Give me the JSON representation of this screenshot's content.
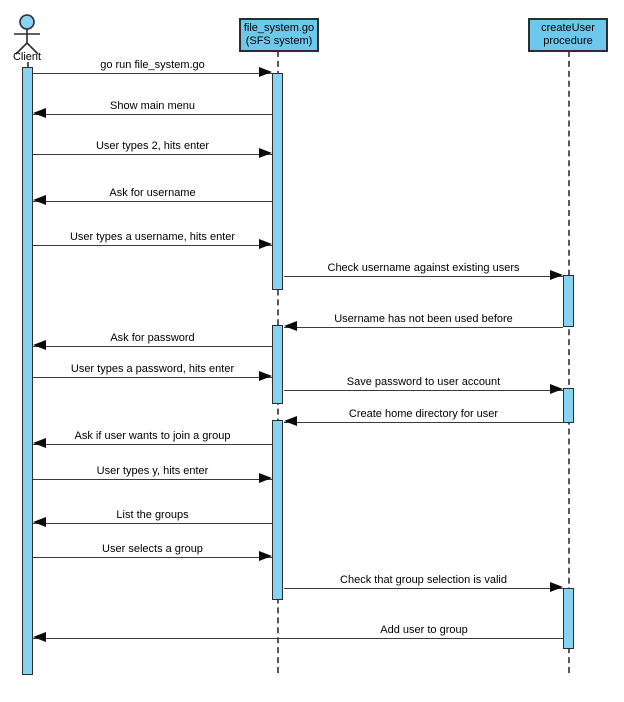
{
  "diagram": {
    "type": "uml-sequence",
    "participants": [
      {
        "id": "client",
        "kind": "actor",
        "label": "Client"
      },
      {
        "id": "file_system",
        "kind": "object",
        "line1": "file_system.go",
        "line2": "(SFS system)"
      },
      {
        "id": "create_user",
        "kind": "object",
        "line1": "createUser",
        "line2": "procedure"
      }
    ],
    "messages": [
      {
        "from": "Client",
        "to": "file_system.go",
        "label": "go run file_system.go"
      },
      {
        "from": "file_system.go",
        "to": "Client",
        "label": "Show main menu"
      },
      {
        "from": "Client",
        "to": "file_system.go",
        "label": "User types 2, hits enter"
      },
      {
        "from": "file_system.go",
        "to": "Client",
        "label": "Ask for username"
      },
      {
        "from": "Client",
        "to": "file_system.go",
        "label": "User types a username, hits enter"
      },
      {
        "from": "file_system.go",
        "to": "createUser",
        "label": "Check username against existing users"
      },
      {
        "from": "createUser",
        "to": "file_system.go",
        "label": "Username has not been used before"
      },
      {
        "from": "file_system.go",
        "to": "Client",
        "label": "Ask for password"
      },
      {
        "from": "Client",
        "to": "file_system.go",
        "label": "User types a password, hits enter"
      },
      {
        "from": "file_system.go",
        "to": "createUser",
        "label": "Save password to user account"
      },
      {
        "from": "createUser",
        "to": "file_system.go",
        "label": "Create home directory for user"
      },
      {
        "from": "file_system.go",
        "to": "Client",
        "label": "Ask if  user wants to join a group"
      },
      {
        "from": "Client",
        "to": "file_system.go",
        "label": "User types y, hits enter"
      },
      {
        "from": "file_system.go",
        "to": "Client",
        "label": "List the groups"
      },
      {
        "from": "Client",
        "to": "file_system.go",
        "label": "User selects a group"
      },
      {
        "from": "file_system.go",
        "to": "createUser",
        "label": "Check that group selection is valid"
      },
      {
        "from": "createUser",
        "to": "Client",
        "label": "Add user to group"
      }
    ],
    "colors": {
      "shape_fill": "#87D3F2",
      "box_fill": "#6DC9EC",
      "shape_border": "#2D2D2D",
      "message_line": "#3B3B3B",
      "lifeline": "#595959",
      "text": "#000000",
      "background": "#FFFFFF"
    }
  }
}
